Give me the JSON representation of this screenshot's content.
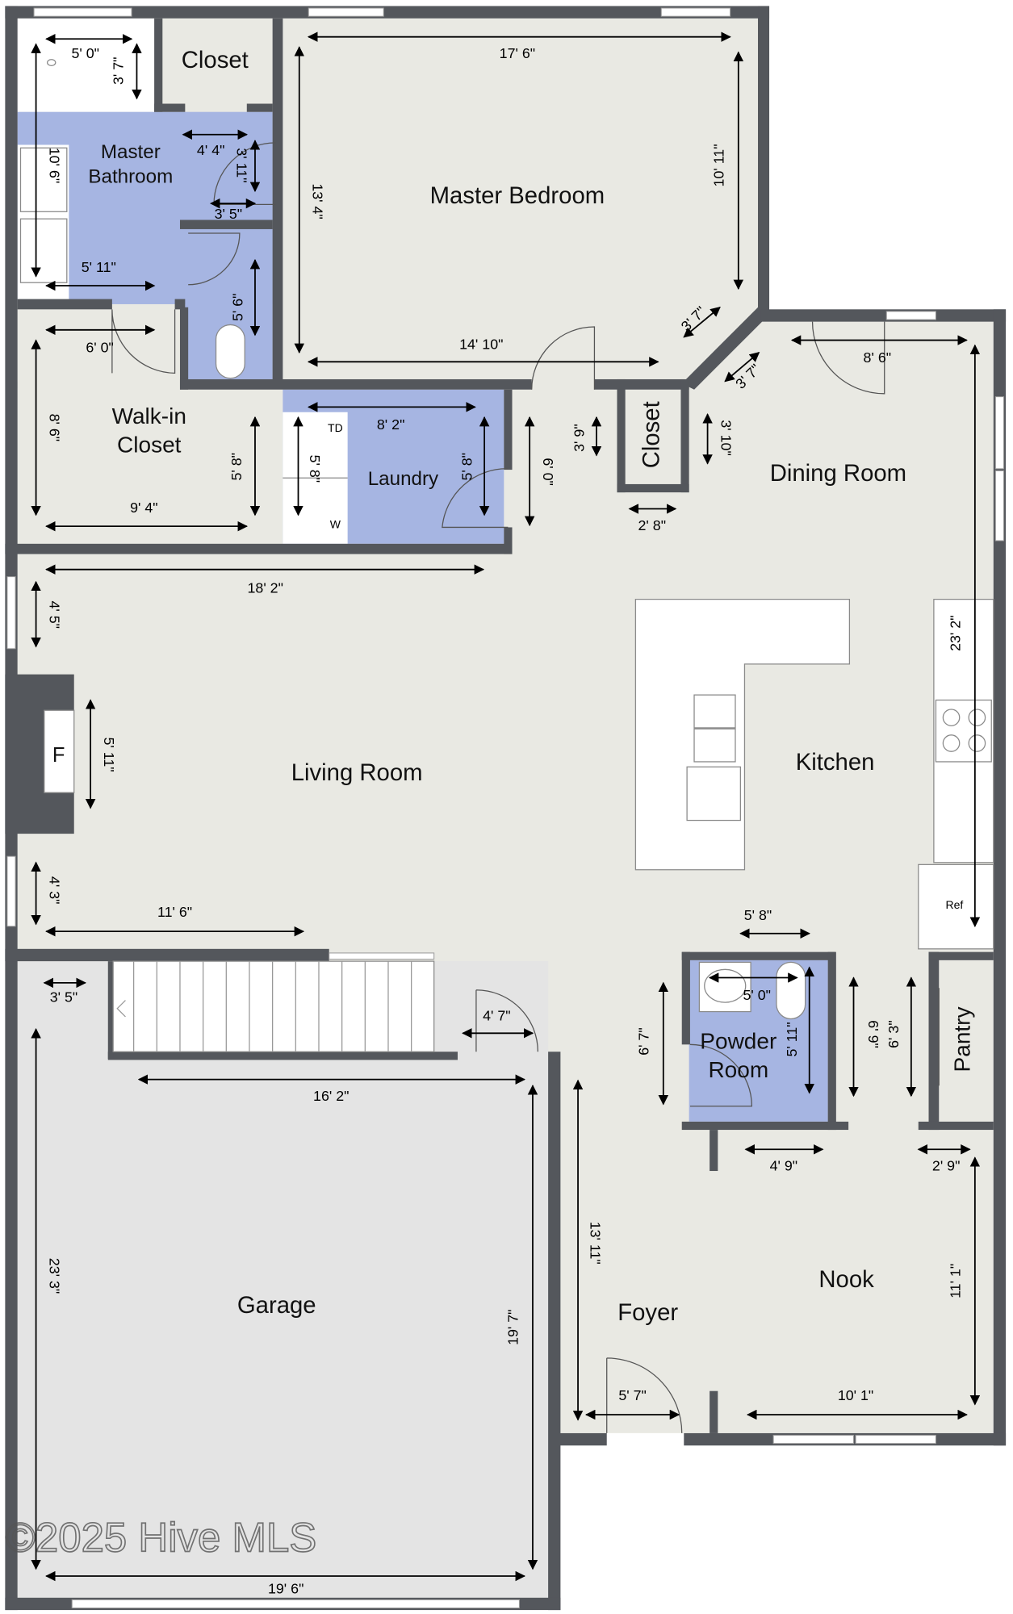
{
  "rooms": {
    "closet_top": "Closet",
    "master_bathroom_1": "Master",
    "master_bathroom_2": "Bathroom",
    "master_bedroom": "Master Bedroom",
    "walkin_1": "Walk-in",
    "walkin_2": "Closet",
    "laundry": "Laundry",
    "closet_hall": "Closet",
    "dining_room": "Dining Room",
    "living_room": "Living Room",
    "kitchen": "Kitchen",
    "powder_1": "Powder",
    "powder_2": "Room",
    "pantry": "Pantry",
    "garage": "Garage",
    "foyer": "Foyer",
    "nook": "Nook"
  },
  "fixtures": {
    "dryer": "TD",
    "washer": "W",
    "fireplace": "F",
    "refrigerator": "Ref"
  },
  "dimensions": [
    "5' 0\"",
    "3' 7\"",
    "10' 6\"",
    "17' 6\"",
    "10' 11\"",
    "13' 4\"",
    "14' 10\"",
    "4' 4\"",
    "3' 11\"",
    "3' 5\"",
    "5' 11\"",
    "5' 6\"",
    "6' 0\"",
    "8' 6\"",
    "5' 8\"",
    "9' 4\"",
    "8' 2\"",
    "5' 8\"",
    "5' 8\"",
    "6' 0\"",
    "3' 9\"",
    "3' 10\"",
    "2' 8\"",
    "3' 7\"",
    "3' 7\"",
    "8' 6\"",
    "23' 2\"",
    "18' 2\"",
    "4' 5\"",
    "5' 11\"",
    "4' 3\"",
    "11' 6\"",
    "5' 8\"",
    "5' 0\"",
    "5' 11\"",
    "6' 7\"",
    "6' 9\"",
    "6' 3\"",
    "4' 9\"",
    "2' 9\"",
    "3' 5\"",
    "4' 7\"",
    "16' 2\"",
    "23' 3\"",
    "19' 7\"",
    "19' 6\"",
    "13' 11\"",
    "5' 7\"",
    "10' 1\"",
    "11' 1\""
  ],
  "watermark": "©2025 Hive MLS",
  "colors": {
    "wall": "#54575c",
    "floor": "#e9e9e3",
    "bathroom_laundry": "#a6b5e2",
    "garage": "#e4e4e4"
  }
}
